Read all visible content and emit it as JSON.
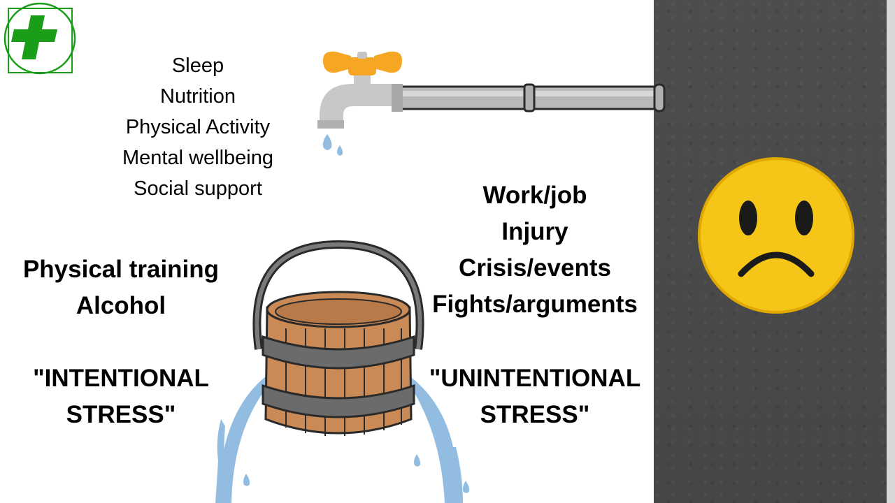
{
  "supports": {
    "items": [
      "Sleep",
      "Nutrition",
      "Physical Activity",
      "Mental wellbeing",
      "Social support"
    ]
  },
  "intentional": {
    "items": [
      "Physical training",
      "Alcohol"
    ],
    "label_line1": "\"INTENTIONAL",
    "label_line2": "STRESS\""
  },
  "unintentional": {
    "items": [
      "Work/job",
      "Injury",
      "Crisis/events",
      "Fights/arguments"
    ],
    "label_line1": "\"UNINTENTIONAL",
    "label_line2": "STRESS\""
  },
  "icons": {
    "logo": "medical-cross-logo-icon",
    "tap": "water-tap-icon",
    "pipe": "pipe-icon",
    "bucket": "leaky-wooden-bucket-icon",
    "face": "sad-face-emoji-icon"
  },
  "colors": {
    "logo_green": "#1a9e1a",
    "tap_handle": "#f5a623",
    "water": "#93bde0",
    "wood": "#c98a55",
    "bands": "#6b6b6b",
    "wall": "#4b4b4b",
    "face": "#f5c518"
  }
}
